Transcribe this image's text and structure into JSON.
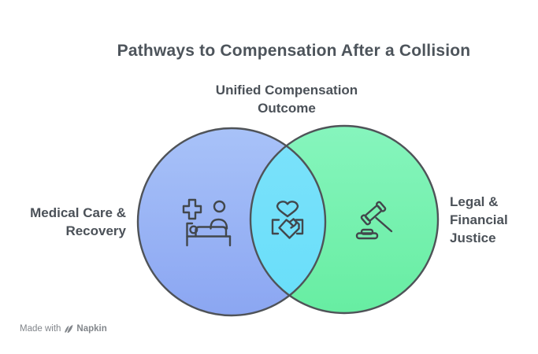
{
  "title": "Pathways to Compensation After a Collision",
  "venn": {
    "center_label": {
      "lines": [
        "Unified Compensation",
        "Outcome"
      ]
    },
    "left_set": {
      "label_lines": [
        "Medical Care &",
        "Recovery"
      ],
      "icon": "hospital-bed-icon",
      "fill_top": "#a8c2f8",
      "fill_bottom": "#8ba6f2"
    },
    "right_set": {
      "label_lines": [
        "Legal &",
        "Financial",
        "Justice"
      ],
      "icon": "gavel-icon",
      "fill_top": "#86f5bd",
      "fill_bottom": "#67eda2"
    },
    "overlap": {
      "icon": "handshake-heart-icon",
      "fill_top": "#7ce2fb",
      "fill_bottom": "#68def9"
    },
    "outline_color": "#4f5358",
    "icon_stroke_color": "#42474c"
  },
  "watermark": {
    "prefix": "Made with",
    "brand": "Napkin"
  }
}
